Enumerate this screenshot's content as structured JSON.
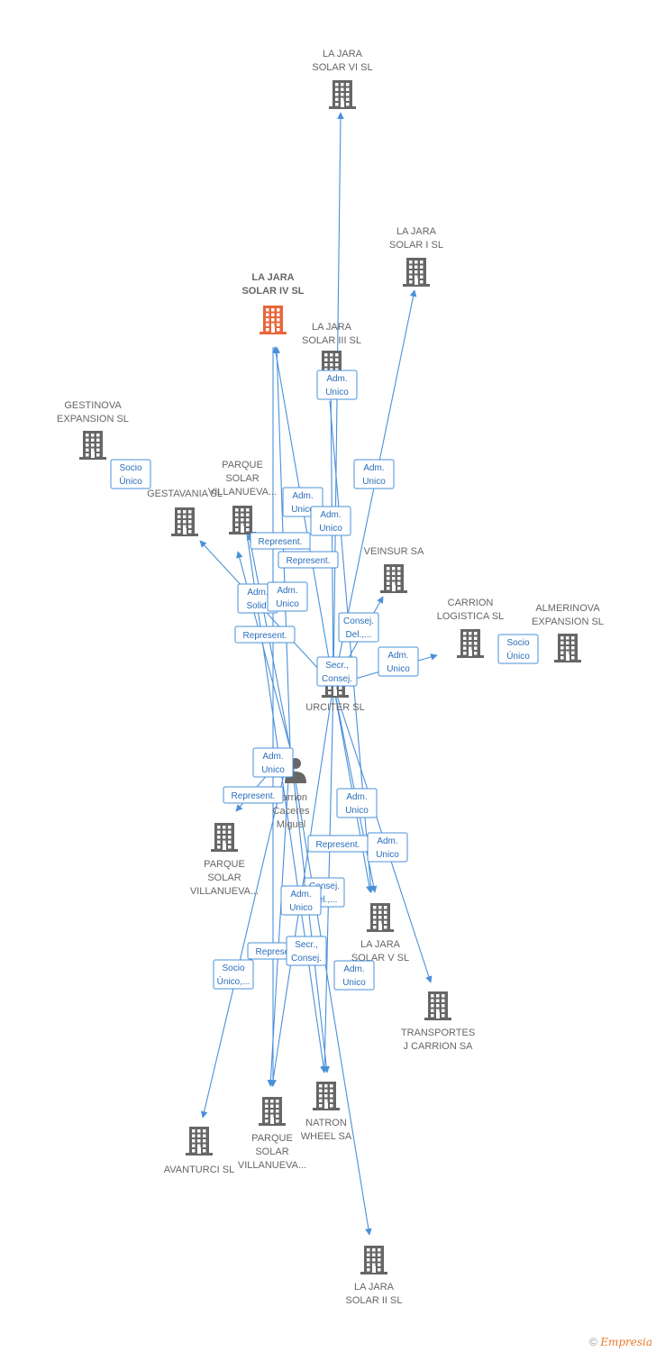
{
  "colors": {
    "edge": "#4a90d9",
    "building": "#666666",
    "main_building": "#e8663a"
  },
  "person": {
    "label": [
      "Carrion",
      "Caceres",
      "Miguel"
    ]
  },
  "nodes": [
    {
      "id": "vi",
      "lines": [
        "LA JARA",
        "SOLAR VI SL"
      ]
    },
    {
      "id": "i",
      "lines": [
        "LA JARA",
        "SOLAR I SL"
      ]
    },
    {
      "id": "iv",
      "lines": [
        "LA JARA",
        "SOLAR IV SL"
      ],
      "main": true
    },
    {
      "id": "iii",
      "lines": [
        "LA JARA",
        "SOLAR III SL"
      ]
    },
    {
      "id": "gestinova",
      "lines": [
        "GESTINOVA",
        "EXPANSION SL"
      ]
    },
    {
      "id": "parque1",
      "lines": [
        "PARQUE",
        "SOLAR",
        "VILLANUEVA..."
      ]
    },
    {
      "id": "gestavania",
      "lines": [
        "GESTAVANIA SL"
      ]
    },
    {
      "id": "veinsur",
      "lines": [
        "VEINSUR SA"
      ]
    },
    {
      "id": "carrion",
      "lines": [
        "CARRION",
        "LOGISTICA SL"
      ]
    },
    {
      "id": "almerinova",
      "lines": [
        "ALMERINOVA",
        "EXPANSION SL"
      ]
    },
    {
      "id": "urciter",
      "lines": [
        "URCITER SL"
      ]
    },
    {
      "id": "parque2",
      "lines": [
        "PARQUE",
        "SOLAR",
        "VILLANUEVA..."
      ]
    },
    {
      "id": "v",
      "lines": [
        "LA JARA",
        "SOLAR V SL"
      ]
    },
    {
      "id": "transportes",
      "lines": [
        "TRANSPORTES",
        "J CARRION SA"
      ]
    },
    {
      "id": "natron",
      "lines": [
        "NATRON",
        "WHEEL SA"
      ]
    },
    {
      "id": "parque3",
      "lines": [
        "PARQUE",
        "SOLAR",
        "VILLANUEVA..."
      ]
    },
    {
      "id": "avanturci",
      "lines": [
        "AVANTURCI SL"
      ]
    },
    {
      "id": "ii",
      "lines": [
        "LA JARA",
        "SOLAR II SL"
      ]
    }
  ],
  "edge_labels": [
    [
      "Adm.",
      "Unico"
    ],
    [
      "Socio",
      "Único"
    ],
    [
      "Adm.",
      "Unico"
    ],
    [
      "Adm.",
      "Unico"
    ],
    [
      "Adm.",
      "Unico"
    ],
    [
      "Represent."
    ],
    [
      "Represent."
    ],
    [
      "Adm.",
      "Solid."
    ],
    [
      "Adm.",
      "Unico"
    ],
    [
      "Represent."
    ],
    [
      "Consej.",
      "Del.,..."
    ],
    [
      "Adm.",
      "Unico"
    ],
    [
      "Socio",
      "Único"
    ],
    [
      "Secr.,",
      "Consej."
    ],
    [
      "Adm.",
      "Unico"
    ],
    [
      "Represent."
    ],
    [
      "Adm.",
      "Unico"
    ],
    [
      "Represent."
    ],
    [
      "Adm.",
      "Unico"
    ],
    [
      "Consej.",
      "Del.,..."
    ],
    [
      "Adm.",
      "Unico"
    ],
    [
      "Represent."
    ],
    [
      "Secr.,",
      "Consej."
    ],
    [
      "Socio",
      "Único,..."
    ],
    [
      "Adm.",
      "Unico"
    ]
  ],
  "footer": {
    "copyright": "©",
    "brand": "Empresia"
  }
}
